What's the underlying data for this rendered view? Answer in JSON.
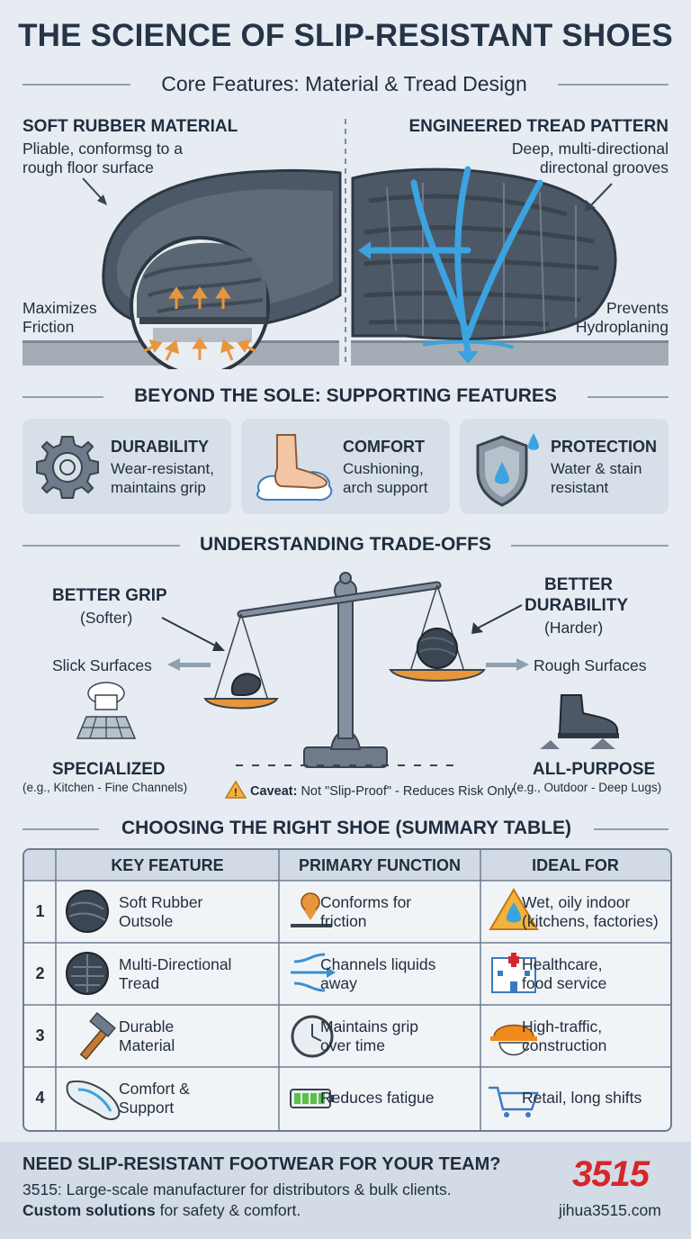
{
  "title": "THE SCIENCE OF SLIP-RESISTANT SHOES",
  "section1": {
    "heading": "Core Features: Material & Tread Design",
    "left": {
      "title": "SOFT RUBBER MATERIAL",
      "desc_line1": "Pliable, conformsg to a",
      "desc_line2": "rough floor surface",
      "callout_line1": "Maximizes",
      "callout_line2": "Friction"
    },
    "right": {
      "title": "ENGINEERED TREAD PATTERN",
      "desc_line1": "Deep, multi-directional",
      "desc_line2": "directonal grooves",
      "callout_line1": "Prevents",
      "callout_line2": "Hydroplaning"
    }
  },
  "section2": {
    "heading": "BEYOND THE SOLE: SUPPORTING FEATURES",
    "cards": [
      {
        "icon": "gear-icon",
        "title": "DURABILITY",
        "line1": "Wear-resistant,",
        "line2": "maintains grip"
      },
      {
        "icon": "foot-icon",
        "title": "COMFORT",
        "line1": "Cushioning,",
        "line2": "arch support"
      },
      {
        "icon": "shield-icon",
        "title": "PROTECTION",
        "line1": "Water & stain",
        "line2": "resistant"
      }
    ]
  },
  "section3": {
    "heading": "UNDERSTANDING TRADE-OFFS",
    "left_title": "BETTER GRIP",
    "left_sub": "(Softer)",
    "left_surface": "Slick Surfaces",
    "left_type": "SPECIALIZED",
    "left_example": "(e.g., Kitchen - Fine Channels)",
    "right_title1": "BETTER",
    "right_title2": "DURABILITY",
    "right_sub": "(Harder)",
    "right_surface": "Rough Surfaces",
    "right_type": "ALL-PURPOSE",
    "right_example": "(e.g., Outdoor - Deep Lugs)",
    "caveat_bold": "Caveat:",
    "caveat_text": "Not \"Slip-Proof\" - Reduces Risk Only"
  },
  "section4": {
    "heading": "CHOOSING THE RIGHT SHOE (SUMMARY TABLE)",
    "columns": [
      "KEY FEATURE",
      "PRIMARY FUNCTION",
      "IDEAL FOR"
    ],
    "rows": [
      {
        "num": "1",
        "feature1": "Soft Rubber",
        "feature2": "Outsole",
        "func1": "Conforms for",
        "func2": "friction",
        "ideal1": "Wet, oily indoor",
        "ideal2": "(kitchens, factories)"
      },
      {
        "num": "2",
        "feature1": "Multi-Directional",
        "feature2": "Tread",
        "func1": "Channels liquids",
        "func2": "away",
        "ideal1": "Healthcare,",
        "ideal2": "food service"
      },
      {
        "num": "3",
        "feature1": "Durable",
        "feature2": "Material",
        "func1": "Maintains grip",
        "func2": "over time",
        "ideal1": "High-traffic,",
        "ideal2": "construction"
      },
      {
        "num": "4",
        "feature1": "Comfort &",
        "feature2": "Support",
        "func1": "Reduces fatigue",
        "func2": "",
        "ideal1": "Retail, long shifts",
        "ideal2": ""
      }
    ]
  },
  "footer": {
    "headline": "NEED SLIP-RESISTANT FOOTWEAR FOR YOUR TEAM?",
    "line1": "3515: Large-scale manufacturer for distributors & bulk clients.",
    "line2_bold": "Custom solutions",
    "line2_rest": " for safety & comfort.",
    "logo": "3515",
    "website": "jihua3515.com"
  },
  "colors": {
    "accent_orange": "#e8963c",
    "water_blue": "#3ba3e0",
    "dark_text": "#1f2d3d",
    "logo_red": "#d4262b"
  }
}
